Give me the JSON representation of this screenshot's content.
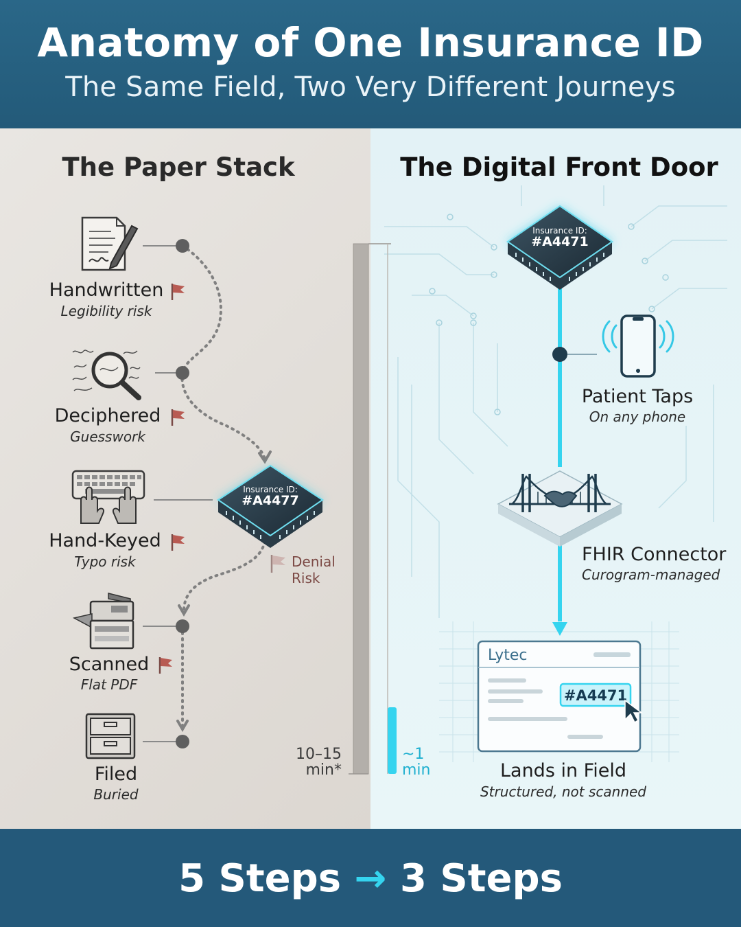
{
  "header": {
    "title": "Anatomy of One Insurance ID",
    "subtitle": "The Same Field, Two Very Different Journeys"
  },
  "paper": {
    "title": "The Paper Stack",
    "steps": [
      {
        "label": "Handwritten",
        "sub": "Legibility risk",
        "icon": "handwritten-form-icon"
      },
      {
        "label": "Deciphered",
        "sub": "Guesswork",
        "icon": "magnifier-scribble-icon"
      },
      {
        "label": "Hand-Keyed",
        "sub": "Typo risk",
        "icon": "keyboard-hands-icon"
      },
      {
        "label": "Scanned",
        "sub": "Flat PDF",
        "icon": "scanner-icon"
      },
      {
        "label": "Filed",
        "sub": "Buried",
        "icon": "file-cabinet-icon"
      }
    ],
    "chip": {
      "caption": "Insurance ID:",
      "id": "#A4477"
    },
    "denial": {
      "line1": "Denial",
      "line2": "Risk"
    },
    "time": {
      "line1": "10–15",
      "line2": "min*"
    }
  },
  "digital": {
    "title": "The Digital Front Door",
    "chip": {
      "caption": "Insurance ID:",
      "id": "#A4471"
    },
    "steps": [
      {
        "label": "Patient Taps",
        "sub": "On any phone",
        "icon": "phone-tap-icon"
      },
      {
        "label": "FHIR Connector",
        "sub": "Curogram-managed",
        "icon": "bridge-handshake-icon"
      },
      {
        "label": "Lands in Field",
        "sub": "Structured, not scanned",
        "icon": "form-window-icon"
      }
    ],
    "lytec": {
      "title": "Lytec",
      "field": "#A4471"
    },
    "time": {
      "line1": "~1",
      "line2": "min"
    }
  },
  "footer": {
    "from": "5 Steps",
    "arrow": "→",
    "to": "3 Steps",
    "icon": "chat-bubbles-icon"
  },
  "colors": {
    "header_bg": "#24597a",
    "accent_cyan": "#35d4ef",
    "flag_red": "#b85b53",
    "paper_bg": "#e0dcd7",
    "digital_bg": "#e4f3f6"
  }
}
